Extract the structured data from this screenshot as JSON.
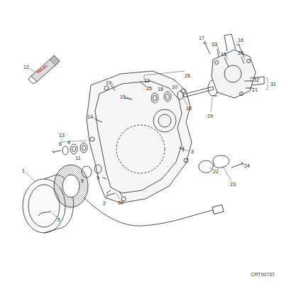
{
  "diagram": {
    "labels": [
      "12",
      "DUCATI",
      "19",
      "15",
      "13",
      "25",
      "18",
      "10",
      "26",
      "28",
      "29",
      "33",
      "17",
      "16",
      "15",
      "20",
      "32",
      "31",
      "21",
      "14",
      "3",
      "22",
      "23",
      "24",
      "13",
      "6",
      "4",
      "11",
      "8",
      "9",
      "2",
      "30",
      "1",
      "5",
      "CRT00737"
    ]
  }
}
